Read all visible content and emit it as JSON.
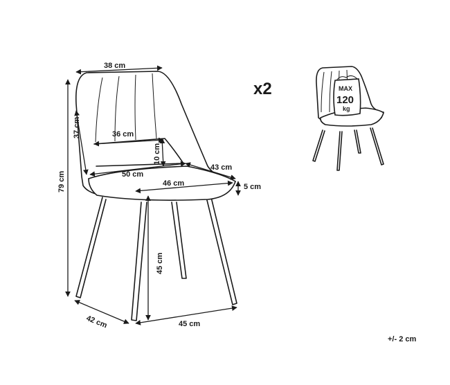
{
  "dimensions": {
    "back_width": "38 cm",
    "back_height": "37 cm",
    "armrest_gap": "36 cm",
    "backrest_opening": "10 cm",
    "seat_width_total": "50 cm",
    "seat_depth": "43 cm",
    "seat_width": "46 cm",
    "seat_thickness": "5 cm",
    "total_height": "79 cm",
    "seat_height": "45 cm",
    "base_depth": "42 cm",
    "base_width": "45 cm"
  },
  "quantity": "x2",
  "weight_tag": {
    "line1": "MAX",
    "line2": "120",
    "line3": "kg"
  },
  "tolerance": "+/- 2 cm"
}
